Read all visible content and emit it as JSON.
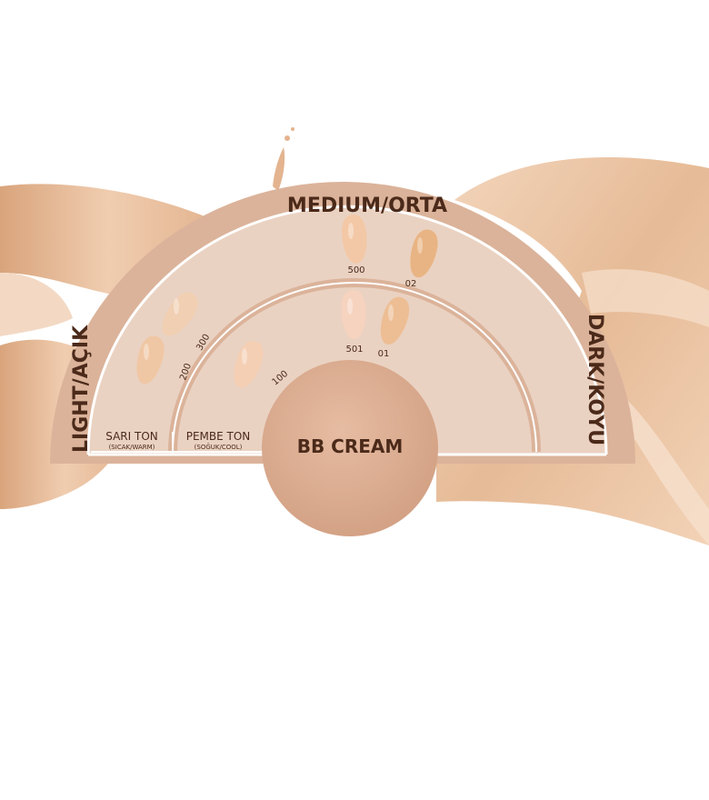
{
  "diagram": {
    "center_label": "BB CREAM",
    "arc_labels": {
      "light": "LIGHT/AÇIK",
      "medium": "MEDIUM/ORTA",
      "dark": "DARK/KOYU"
    },
    "tone_groups": [
      {
        "name": "SARI TON",
        "sub": "(SICAK/WARM)"
      },
      {
        "name": "PEMBE TON",
        "sub": "(SOĞUK/COOL)"
      }
    ],
    "shades": [
      {
        "code": "200",
        "color": "#f0c7a4"
      },
      {
        "code": "300",
        "color": "#f1cfb2"
      },
      {
        "code": "100",
        "color": "#f4cfb4"
      },
      {
        "code": "500",
        "color": "#f3c8a6"
      },
      {
        "code": "02",
        "color": "#e9b483"
      },
      {
        "code": "501",
        "color": "#f6d3bf"
      },
      {
        "code": "01",
        "color": "#edbe94"
      }
    ],
    "colors": {
      "background": "#ffffff",
      "band": "#dbb39a",
      "outline": "#ffffff",
      "circle": "#dcae92",
      "text_dark": "#4b2a1a",
      "swirl": "#e7c2a1"
    }
  }
}
